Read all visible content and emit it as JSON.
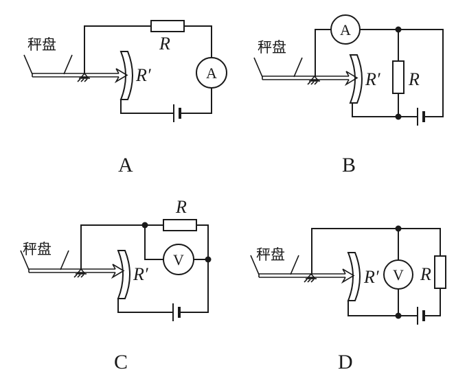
{
  "figure": {
    "diagrams": [
      {
        "option": "A",
        "pan_label": "秤盘",
        "resistor_label": "R",
        "variable_resistor_label": "R′",
        "meter_symbol": "A",
        "meter_type": "ammeter",
        "connection": "series: R, ammeter, battery and slider resistor R′"
      },
      {
        "option": "B",
        "pan_label": "秤盘",
        "resistor_label": "R",
        "variable_resistor_label": "R′",
        "meter_symbol": "A",
        "meter_type": "ammeter",
        "connection": "ammeter in series with R′; R in parallel with R′ branch across battery"
      },
      {
        "option": "C",
        "pan_label": "秤盘",
        "resistor_label": "R",
        "variable_resistor_label": "R′",
        "meter_symbol": "V",
        "meter_type": "voltmeter",
        "connection": "R and R′ in series with battery; voltmeter across R"
      },
      {
        "option": "D",
        "pan_label": "秤盘",
        "resistor_label": "R",
        "variable_resistor_label": "R′",
        "meter_symbol": "V",
        "meter_type": "voltmeter",
        "connection": "R′, voltmeter and R in parallel across battery"
      }
    ]
  }
}
